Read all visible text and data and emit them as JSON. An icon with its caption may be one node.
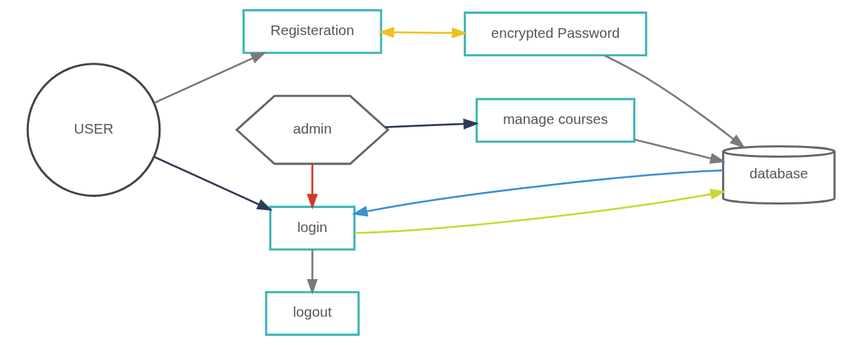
{
  "diagram": {
    "nodes": [
      {
        "text": [
          "USER"
        ]
      },
      {
        "text": [
          "Registeration"
        ]
      },
      {
        "text": [
          "encrypted Password"
        ]
      },
      {
        "text": [
          "database"
        ]
      },
      {
        "text": [
          "login"
        ]
      },
      {
        "text": [
          "logout"
        ]
      },
      {
        "text": [
          "admin"
        ]
      },
      {
        "text": [
          "manage courses"
        ]
      }
    ],
    "edges": [
      {
        "from": 0,
        "to": 1,
        "arrow": "to"
      },
      {
        "from": 0,
        "to": 4,
        "arrow": "to",
        "color": "#2e3a59"
      },
      {
        "from": 1,
        "to": 2,
        "arrow": "both",
        "color": "#f0c020"
      },
      {
        "from": 2,
        "to": 3,
        "arrow": "to"
      },
      {
        "from": 4,
        "to": 3,
        "arrow": "to",
        "color": "#c8d930"
      },
      {
        "from": 3,
        "to": 4,
        "arrow": "to",
        "color": "#3b8fd6"
      },
      {
        "from": 6,
        "to": 4,
        "arrow": "to",
        "color": "#d0392b"
      },
      {
        "from": 4,
        "to": 5,
        "arrow": "to"
      },
      {
        "from": 6,
        "to": 7,
        "arrow": "to",
        "color": "#2e3a59"
      },
      {
        "from": 7,
        "to": 3,
        "arrow": "to"
      }
    ]
  }
}
